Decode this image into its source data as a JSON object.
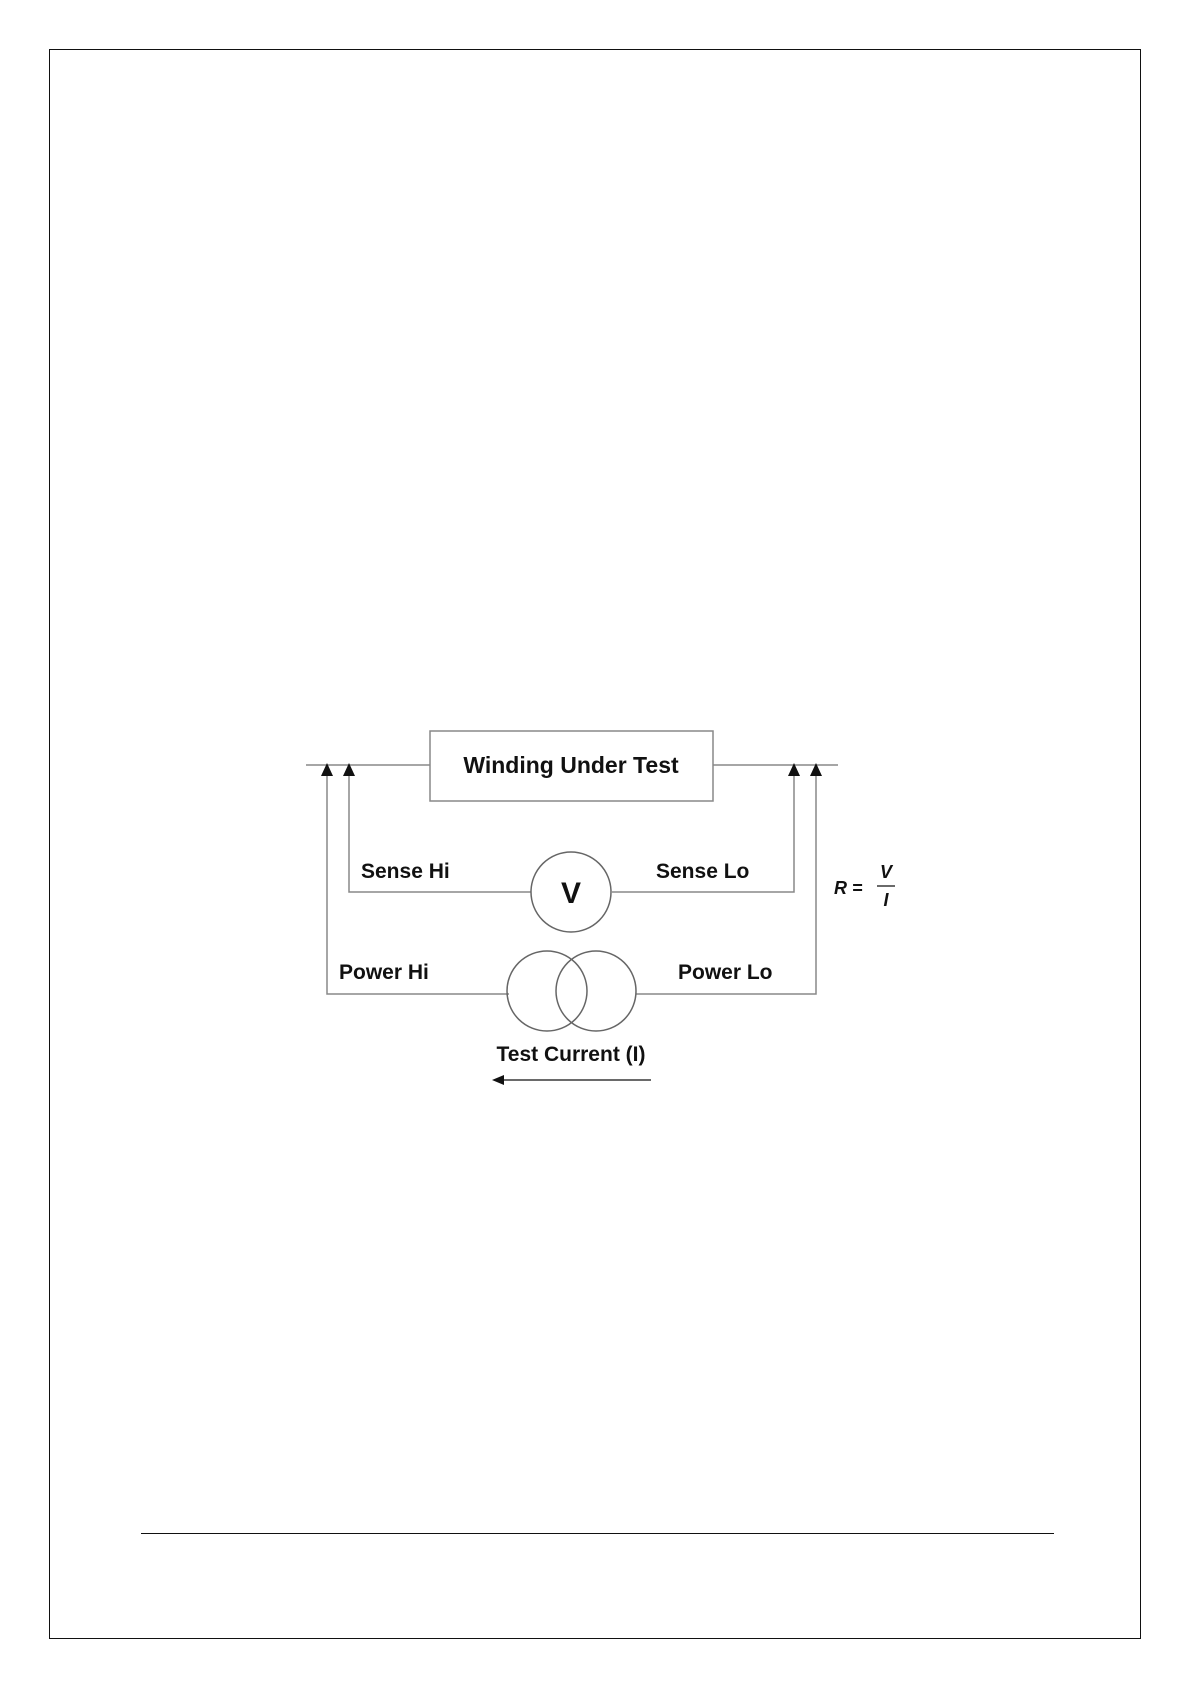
{
  "diagram": {
    "winding_label": "Winding Under Test",
    "sense_hi_label": "Sense Hi",
    "sense_lo_label": "Sense Lo",
    "power_hi_label": "Power Hi",
    "power_lo_label": "Power Lo",
    "voltmeter_label": "V",
    "test_current_label": "Test Current (I)",
    "formula": {
      "lhs": "R =",
      "numerator": "V",
      "denominator": "I"
    },
    "colors": {
      "wire": "#888888",
      "ink": "#111111"
    }
  }
}
